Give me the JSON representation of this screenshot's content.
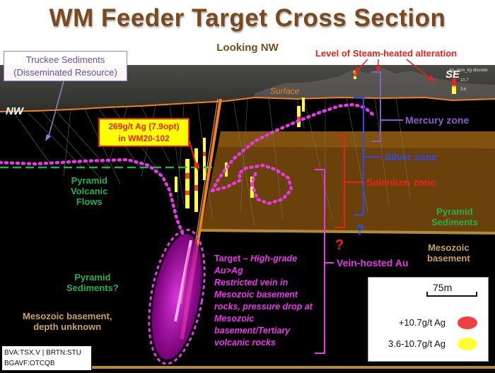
{
  "title": "WM Feeder Target Cross Section",
  "subtitle": "Looking NW",
  "direction_left": "NW",
  "direction_right": "SE",
  "surface_label": "Surface",
  "truckee": {
    "line1": "Truckee Sediments",
    "line2": "(Disseminated Resource)"
  },
  "steam_label": "Level of Steam-heated alteration",
  "callout": {
    "line1": "269g/t Ag (7.9opt)",
    "line2": "in WM20-102"
  },
  "zones": {
    "mercury": "Mercury zone",
    "silver": "Silver zone",
    "selenium": "Selenium zone",
    "vein_au": "Vein-hosted Au"
  },
  "formations": {
    "pyramid_volcanic": [
      "Pyramid",
      "Volcanic",
      "Flows"
    ],
    "pyramid_sediments_q": [
      "Pyramid",
      "Sediments?"
    ],
    "mesozoic_unknown": [
      "Mesozoic basement,",
      "depth unknown"
    ],
    "pyramid_sediments_right": [
      "Pyramid",
      "Sediments"
    ],
    "mesozoic_right": [
      "Mesozoic",
      "basement"
    ]
  },
  "question_mark": "?",
  "target": {
    "lead": "Target – ",
    "lead_italic": "High-grade",
    "line2": "Au>Ag",
    "line3": "Restricted vein in",
    "line4": "Mesozoic basement",
    "line5": "rocks, pressure drop at",
    "line6": "Mesozoic",
    "line7": "basement/Tertiary",
    "line8": "volcanic rocks"
  },
  "legend": {
    "scale": "75m",
    "items": [
      {
        "label": "+10.7g/t Ag",
        "color": "#f04040"
      },
      {
        "label": "3.6-10.7g/t Ag",
        "color": "#ffff33"
      }
    ]
  },
  "colorbar": {
    "title": "Ag_ppm_kg discrete",
    "v1": "10.7",
    "v2": "3.6"
  },
  "tickers": {
    "line1": "BVA:TSX.V | BRTN:STU",
    "line2": "BGAVF:OTCQB"
  },
  "colors": {
    "title": "#7a4a1e",
    "red": "#e8231c",
    "magenta": "#e838e8",
    "green": "#22b24c",
    "purple": "#8a5cc8",
    "blue": "#2a4cf0",
    "tan": "#caa25a",
    "orange": "#f08020"
  }
}
